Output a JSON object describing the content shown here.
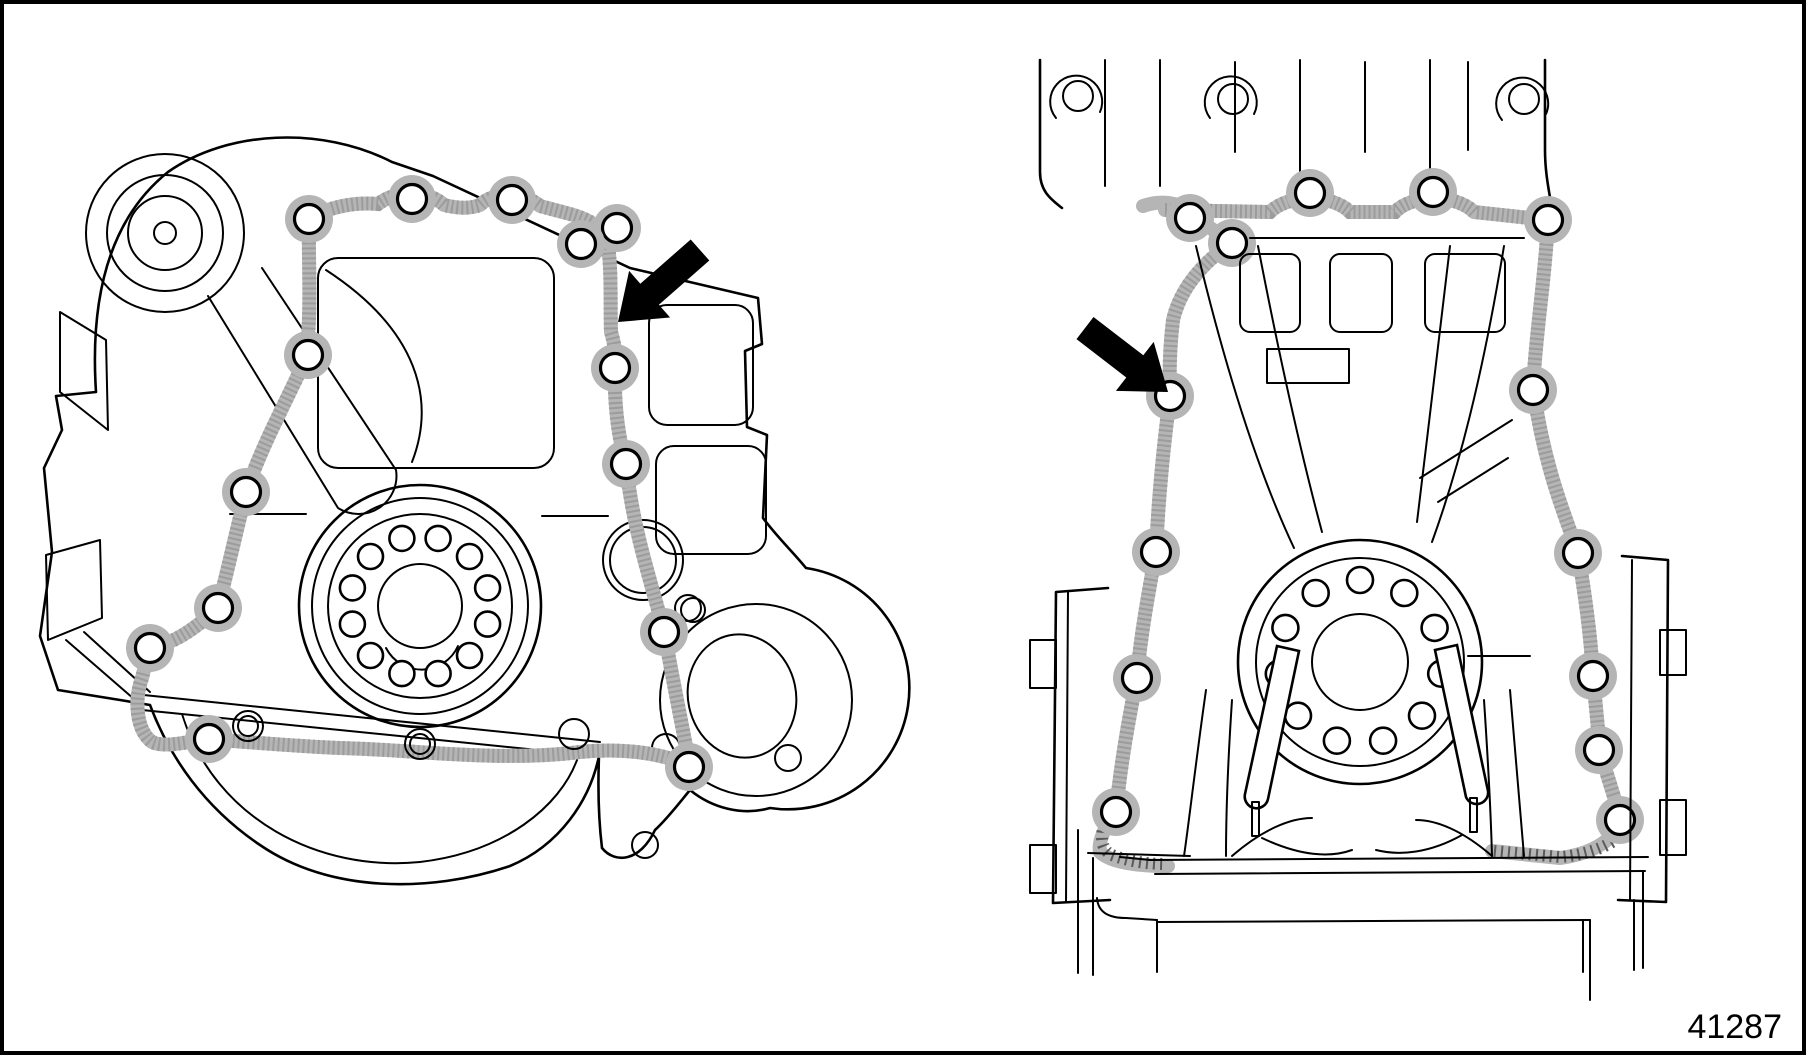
{
  "figure": {
    "number": "41287"
  },
  "palette": {
    "line": "#000000",
    "sealant_bead": "#b5b5b5",
    "background": "#ffffff",
    "arrow": "#000000",
    "frame": "#000000"
  },
  "views": [
    {
      "id": "left-view",
      "content": "engine-block-face-with-sealant-bead-and-bolt-holes",
      "arrow_direction": "down-left"
    },
    {
      "id": "right-view",
      "content": "engine-block-face-with-sealant-bead-and-bolt-holes",
      "arrow_direction": "down-right"
    }
  ],
  "icons": {
    "left_callout_arrow": "solid-black-arrow",
    "right_callout_arrow": "solid-black-arrow"
  }
}
